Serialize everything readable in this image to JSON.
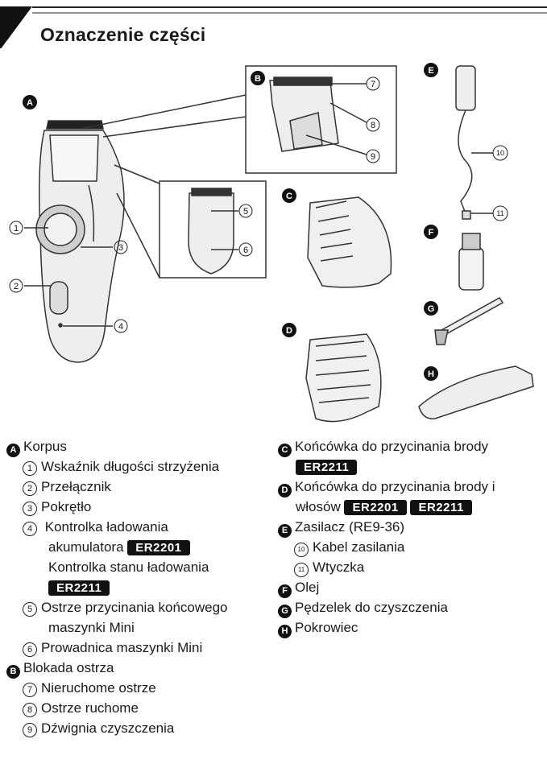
{
  "title": "Oznaczenie części",
  "callouts": {
    "A": "A",
    "B": "B",
    "C": "C",
    "D": "D",
    "E": "E",
    "F": "F",
    "G": "G",
    "H": "H",
    "n1": "1",
    "n2": "2",
    "n3": "3",
    "n4": "4",
    "n5": "5",
    "n6": "6",
    "n7": "7",
    "n8": "8",
    "n9": "9",
    "n10": "10",
    "n11": "11"
  },
  "left_list": {
    "A_label": "Korpus",
    "item1": "Wskaźnik długości strzyżenia",
    "item2": "Przełącznik",
    "item3": "Pokrętło",
    "item4_line1": "Kontrolka ładowania",
    "item4_line2": "akumulatora",
    "item4_model1": "ER2201",
    "item4_line3": "Kontrolka stanu ładowania",
    "item4_model2": "ER2211",
    "item5_line1": "Ostrze przycinania końcowego",
    "item5_line2": "maszynki Mini",
    "item6": "Prowadnica maszynki Mini",
    "B_label": "Blokada ostrza",
    "item7": "Nieruchome ostrze",
    "item8": "Ostrze ruchome",
    "item9": "Dźwignia czyszczenia"
  },
  "right_list": {
    "C_label": "Końcówka do przycinania brody",
    "C_model": "ER2211",
    "D_line1": "Końcówka do przycinania brody i",
    "D_line2": "włosów",
    "D_model1": "ER2201",
    "D_model2": "ER2211",
    "E_label": "Zasilacz (RE9-36)",
    "item10": "Kabel zasilania",
    "item11": "Wtyczka",
    "F_label": "Olej",
    "G_label": "Pędzelek do czyszczenia",
    "H_label": "Pokrowiec"
  }
}
